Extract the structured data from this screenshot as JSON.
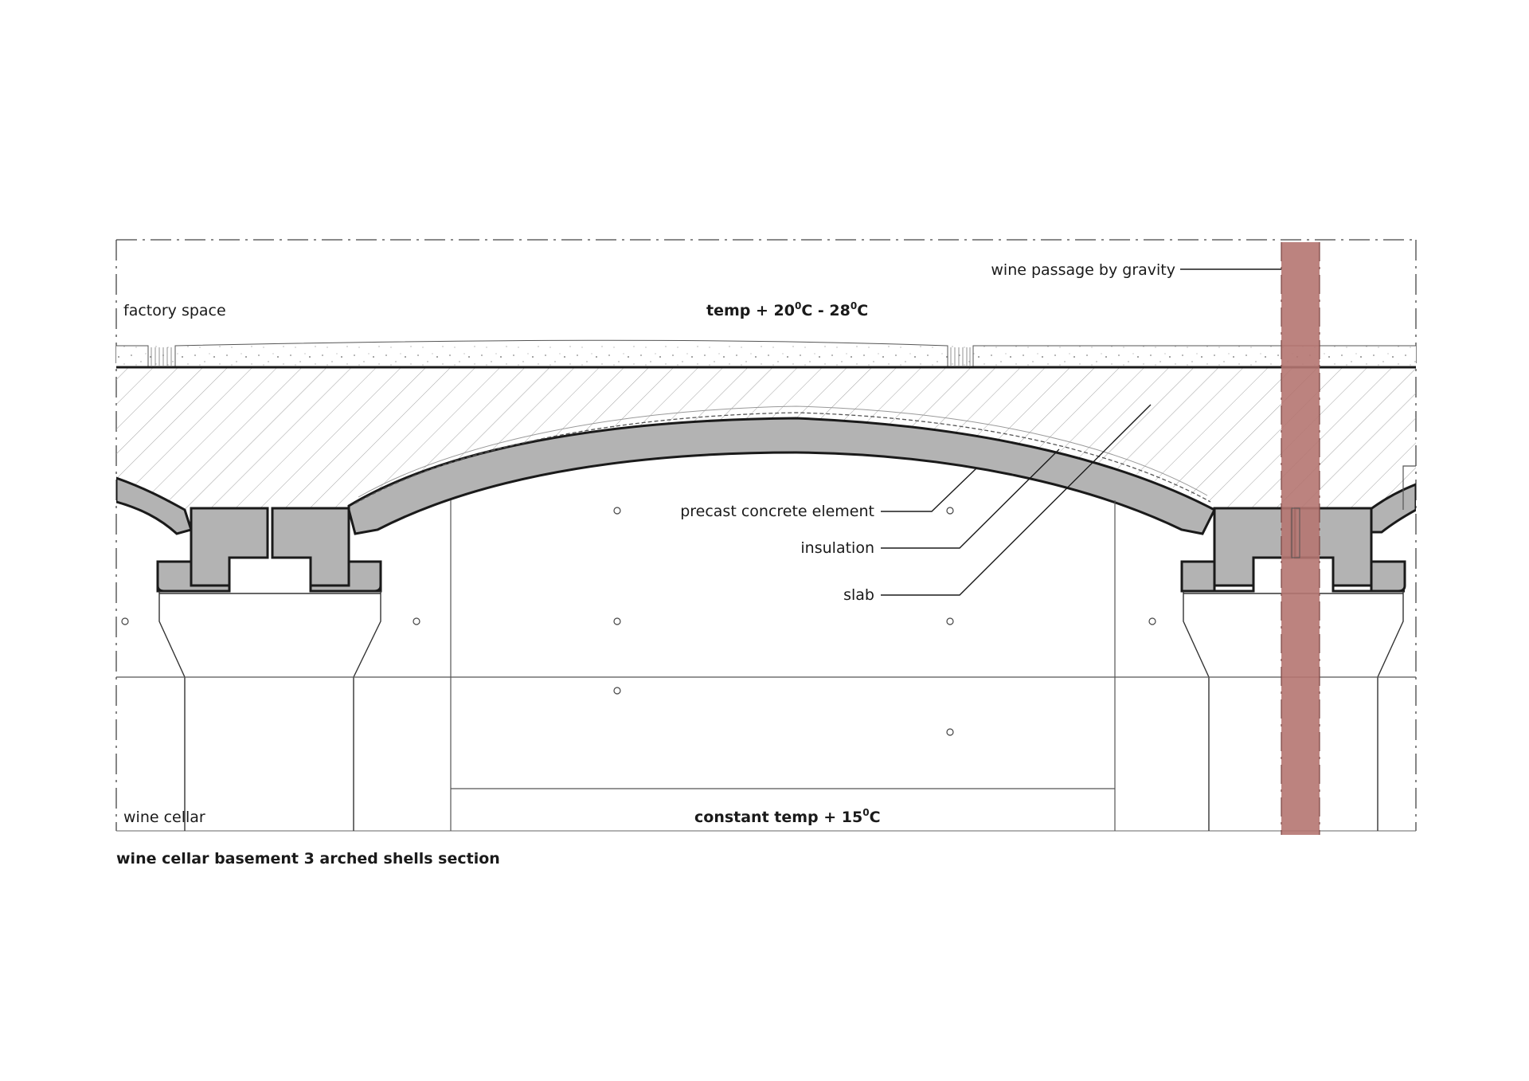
{
  "zones": {
    "top_left": "factory space",
    "bottom_left": "wine cellar"
  },
  "conditions": {
    "top_prefix": "temp + 20",
    "top_mid": "C - 28",
    "top_end": "C",
    "bottom_prefix": "constant temp + 15",
    "bottom_end": "C",
    "degree_mark": "0"
  },
  "callouts": {
    "passage": "wine passage by gravity",
    "precast": "precast concrete element",
    "insulation": "insulation",
    "slab": "slab"
  },
  "caption": "wine cellar basement 3 arched shells section",
  "colors": {
    "pipe": "#b57571",
    "concrete": "#b3b3b3",
    "line": "#1a1a1a",
    "hatch": "#9a9a9a"
  }
}
